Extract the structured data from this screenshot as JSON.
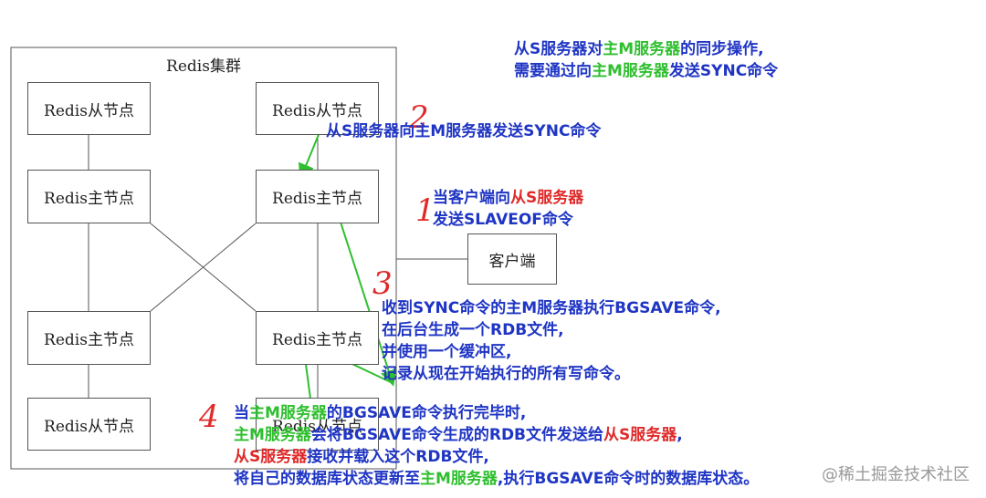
{
  "cluster": {
    "title": "Redis集群"
  },
  "nodes": {
    "top_left": "Redis从节点",
    "top_right": "Redis从节点",
    "master_top_left": "Redis主节点",
    "master_top_right": "Redis主节点",
    "master_bottom_left": "Redis主节点",
    "master_bottom_right": "Redis主节点",
    "bottom_left": "Redis从节点",
    "bottom_right": "Redis从节点",
    "client": "客户端"
  },
  "header_note": {
    "line1": {
      "a": "从S服务器对",
      "b": "主M服务器",
      "c": "的同步操作,"
    },
    "line2": {
      "a": "需要通过向",
      "b": "主M服务器",
      "c": "发送SYNC命令"
    }
  },
  "steps": {
    "step1": {
      "number": "1",
      "line1": {
        "a": "当客户端向",
        "b": "从S服务器"
      },
      "line2": "发送SLAVEOF命令"
    },
    "step2": {
      "number": "2",
      "line1": "从S服务器向主M服务器发送SYNC命令"
    },
    "step3": {
      "number": "3",
      "line1": "收到SYNC命令的主M服务器执行BGSAVE命令,",
      "line2": "在后台生成一个RDB文件,",
      "line3": "并使用一个缓冲区,",
      "line4": "记录从现在开始执行的所有写命令。"
    },
    "step4": {
      "number": "4",
      "line1": {
        "a": "当",
        "b": "主M服务器",
        "c": "的BGSAVE命令执行完毕时,"
      },
      "line2": {
        "a": "主M服务器",
        "b": "会将BGSAVE命令生成的RDB文件发送给",
        "c": "从S服务器",
        "d": ","
      },
      "line3": {
        "a": "从S服务器",
        "b": "接收并载入这个RDB文件,"
      },
      "line4": {
        "a": "将自己的数据库状态更新至",
        "b": "主M服务器",
        "c": ",执行BGSAVE命令时的数据库状态。"
      }
    }
  },
  "watermark": "@稀土掘金技术社区",
  "colors": {
    "blue": "#1f35c4",
    "green": "#2fbf2f",
    "red": "#e02a2a",
    "border": "#555555"
  }
}
